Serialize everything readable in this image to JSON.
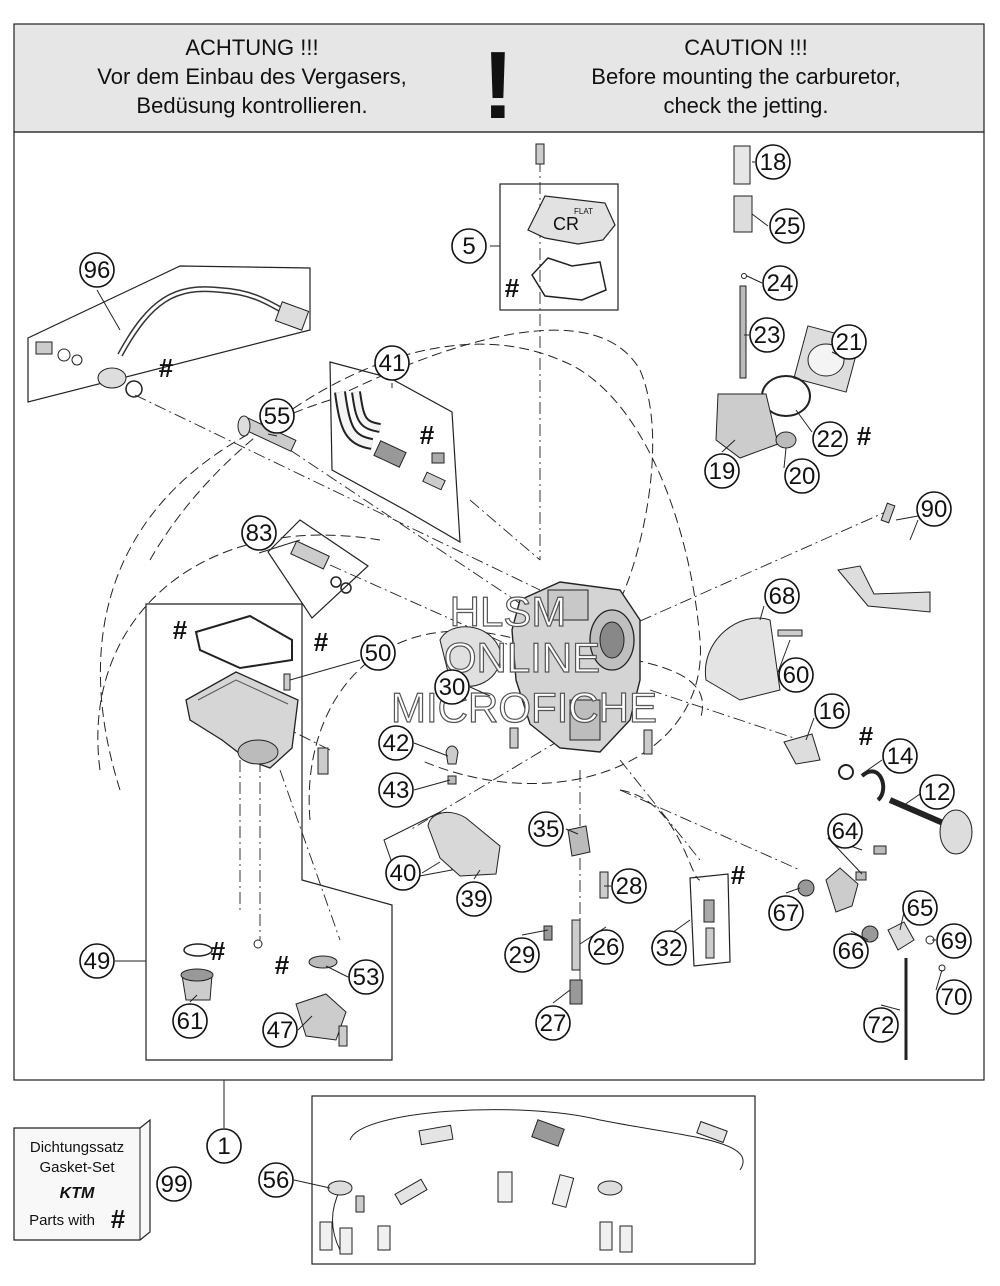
{
  "warning": {
    "german_title": "ACHTUNG !!!",
    "german_line1": "Vor dem Einbau des Vergasers,",
    "german_line2": "Bedüsung kontrollieren.",
    "exclamation": "!",
    "english_title": "CAUTION !!!",
    "english_line1": "Before mounting the carburetor,",
    "english_line2": "check the jetting."
  },
  "watermark": {
    "line1": "HLSM",
    "line2": "ONLINE",
    "line3": "MICROFICHE"
  },
  "sensor_label": {
    "top": "FLAT",
    "main": "CR"
  },
  "gasket_set": {
    "line1": "Dichtungssatz",
    "line2": "Gasket-Set",
    "brand": "KTM",
    "line3": "Parts with",
    "hash": "#"
  },
  "hash_symbol": "#",
  "callouts": [
    "1",
    "5",
    "12",
    "14",
    "16",
    "18",
    "19",
    "20",
    "21",
    "22",
    "23",
    "24",
    "25",
    "26",
    "27",
    "28",
    "29",
    "30",
    "32",
    "35",
    "39",
    "40",
    "41",
    "42",
    "43",
    "47",
    "49",
    "50",
    "53",
    "55",
    "56",
    "60",
    "61",
    "64",
    "65",
    "66",
    "67",
    "68",
    "69",
    "70",
    "72",
    "83",
    "90",
    "96",
    "99"
  ],
  "colors": {
    "warning_bg": "#e6e6e6",
    "line": "#111111",
    "part_fill": "#dcdcdc",
    "part_dark": "#555555"
  }
}
